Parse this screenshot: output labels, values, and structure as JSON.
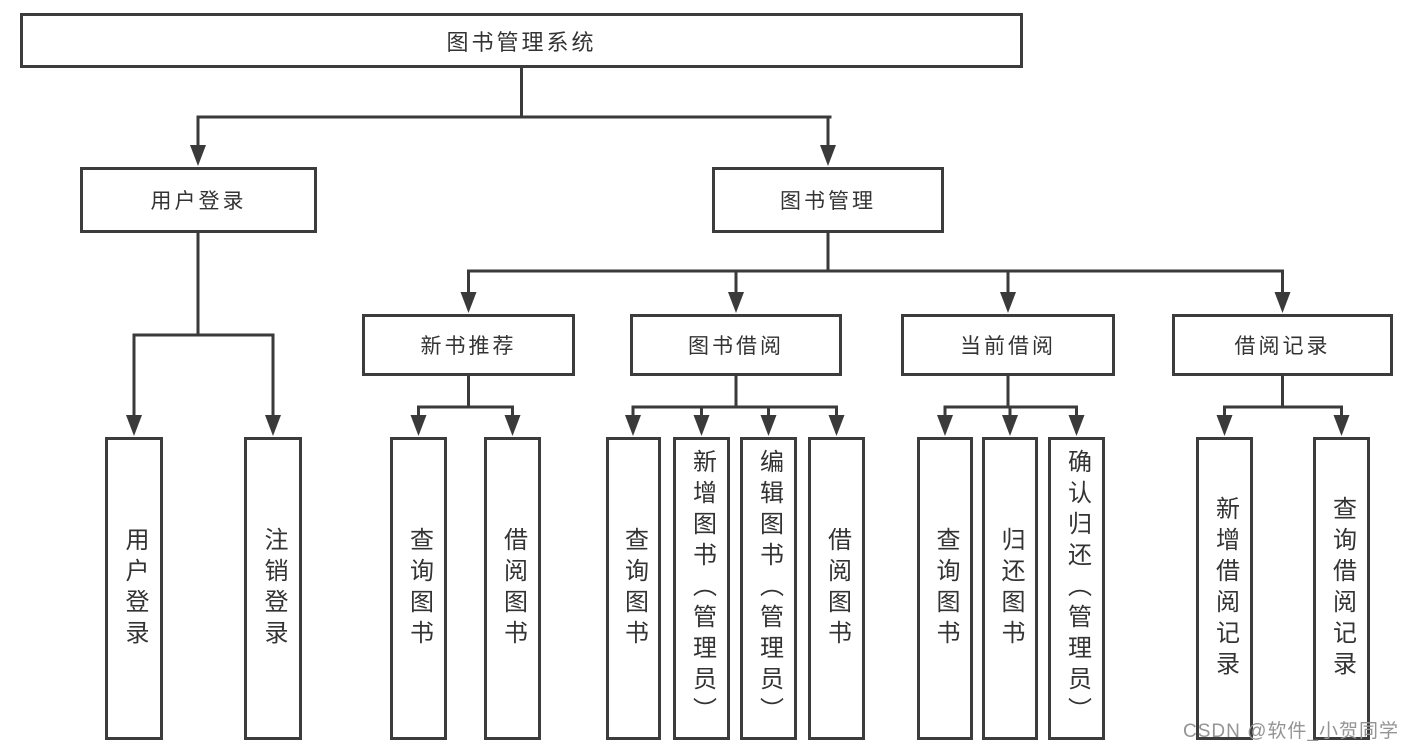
{
  "diagram": {
    "root": {
      "label": "图书管理系统"
    },
    "branches": [
      {
        "label": "用户登录",
        "children": [
          {
            "label": "用户登录"
          },
          {
            "label": "注销登录"
          }
        ]
      },
      {
        "label": "图书管理",
        "children": [
          {
            "label": "新书推荐",
            "children": [
              {
                "label": "查询图书"
              },
              {
                "label": "借阅图书"
              }
            ]
          },
          {
            "label": "图书借阅",
            "children": [
              {
                "label": "查询图书"
              },
              {
                "label": "新增图书（管理员）"
              },
              {
                "label": "编辑图书（管理员）"
              },
              {
                "label": "借阅图书"
              }
            ]
          },
          {
            "label": "当前借阅",
            "children": [
              {
                "label": "查询图书"
              },
              {
                "label": "归还图书"
              },
              {
                "label": "确认归还（管理员）"
              }
            ]
          },
          {
            "label": "借阅记录",
            "children": [
              {
                "label": "新增借阅记录"
              },
              {
                "label": "查询借阅记录"
              }
            ]
          }
        ]
      }
    ]
  },
  "watermark": {
    "text": "CSDN @软件_小贺同学"
  },
  "colors": {
    "line": "#3a3a3a",
    "border": "#3c3c3c",
    "text": "#333333",
    "watermark": "#949494",
    "background": "#ffffff"
  }
}
